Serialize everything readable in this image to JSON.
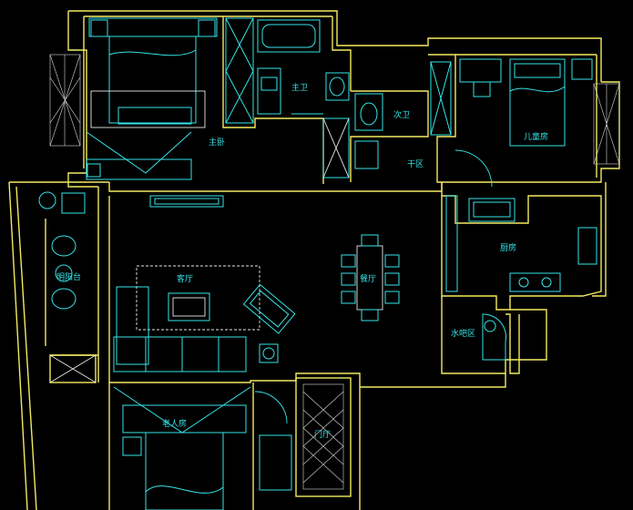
{
  "rooms": {
    "master_bedroom": "主卧",
    "master_bath": "主卫",
    "second_bath": "次卫",
    "childrens_room": "儿童房",
    "dry_area": "干区",
    "sun_terrace": "阳台",
    "sun_terrace_prefix": "明",
    "living_room": "客厅",
    "dining_room": "餐厅",
    "kitchen": "厨房",
    "water_bar": "水吧区",
    "elder_room": "老人房",
    "entrance": "门厅"
  },
  "colors": {
    "walls": "#f2ea62",
    "furniture": "#36e3e8",
    "hatch": "#d8d8d8",
    "background": "#000000"
  }
}
